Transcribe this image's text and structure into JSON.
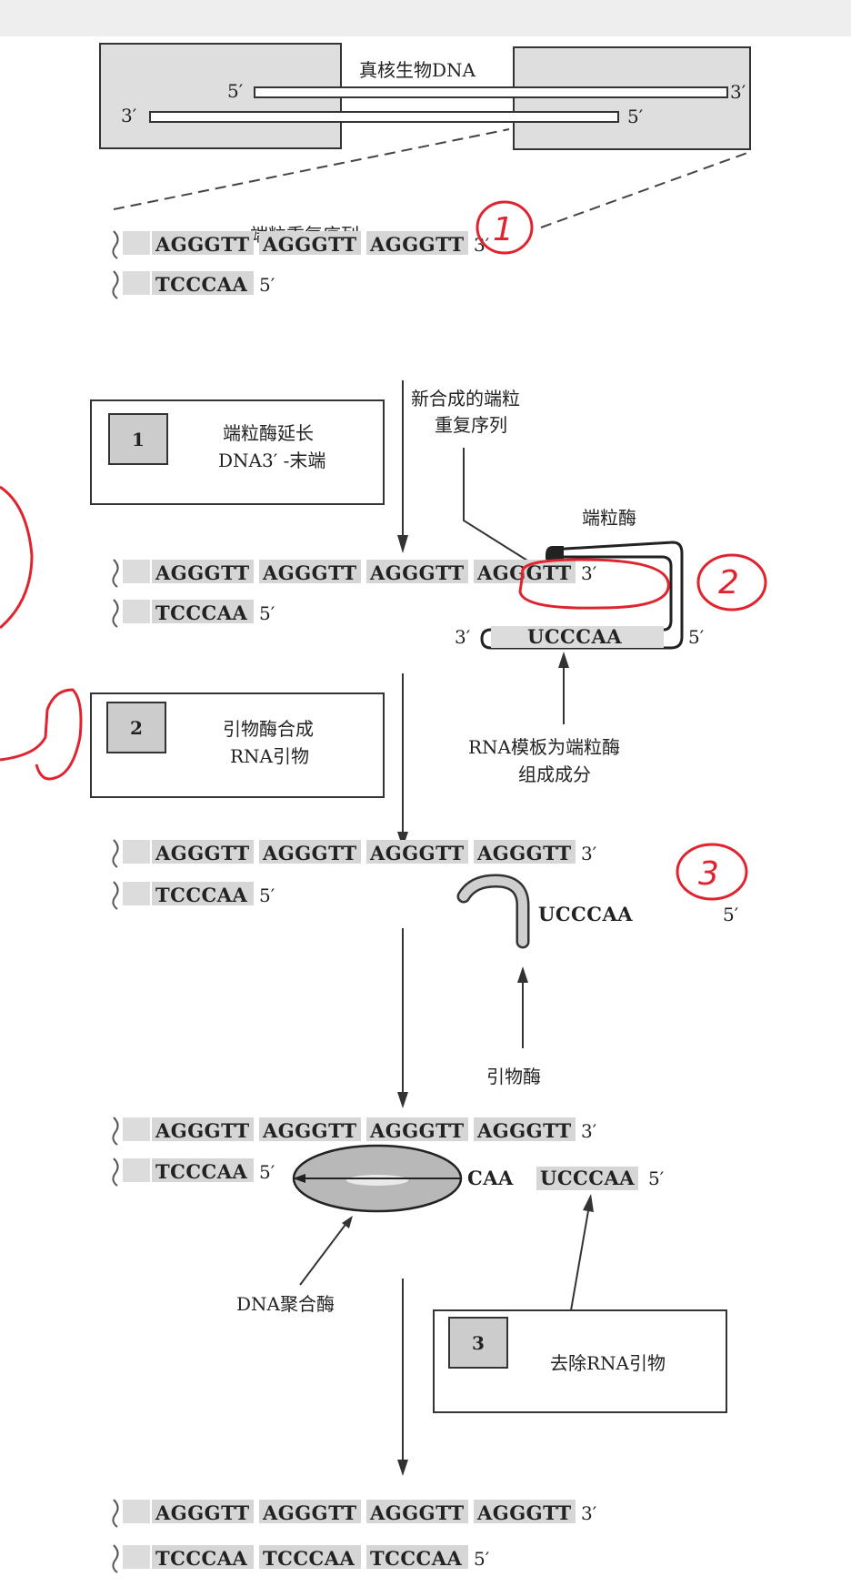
{
  "header": {
    "title": "真核生物DNA"
  },
  "chromosome": {
    "top_5": "5′",
    "top_3": "3′",
    "bot_3": "3′",
    "bot_5": "5′"
  },
  "telomere_label": "端粒重复序列",
  "unit_top": "AGGGTT",
  "unit_bottom": "TCCCAA",
  "end_3": "3′",
  "end_5": "5′",
  "steps": [
    {
      "num": "1",
      "line1": "端粒酶延长",
      "line2": "DNA3′ -末端"
    },
    {
      "num": "2",
      "line1": "引物酶合成",
      "line2": "RNA引物"
    },
    {
      "num": "3",
      "line1": "去除RNA引物"
    }
  ],
  "labels": {
    "new_repeat_1": "新合成的端粒",
    "new_repeat_2": "重复序列",
    "telomerase": "端粒酶",
    "rna_template_1": "RNA模板为端粒酶",
    "rna_template_2": "组成成分",
    "primase": "引物酶",
    "dna_polymerase": "DNA聚合酶"
  },
  "rna_template_seq": "UCCCAA",
  "rna_primer_seq": "UCCCAA",
  "partial_seq": "CAA",
  "annotations": [
    "1",
    "2",
    "3"
  ]
}
